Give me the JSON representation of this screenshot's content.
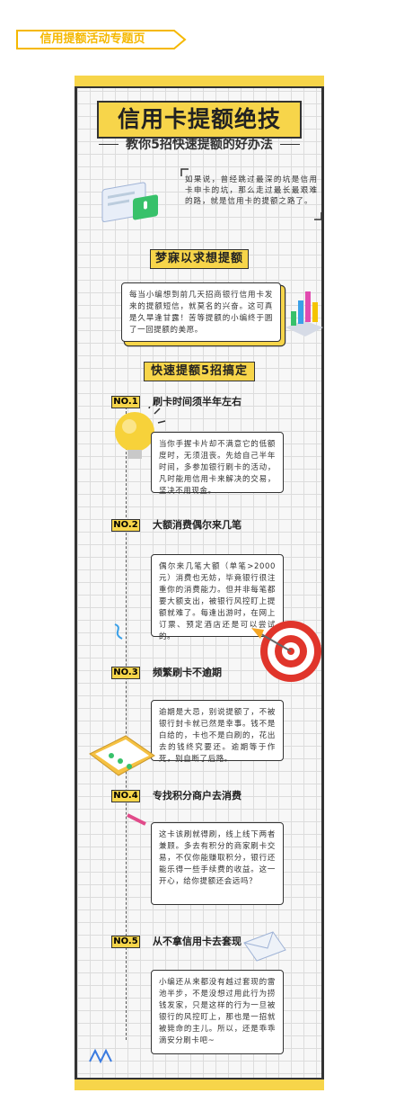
{
  "page_tag": "信用提额活动专题页",
  "header": {
    "title": "信用卡提额绝技",
    "subtitle": "教你5招快速提额的好办法"
  },
  "intro": "如果说，曾经跳过最深的坑是信用卡申卡的坑，那么走过最长最艰难的路，就是信用卡的提额之路了。",
  "dream": {
    "label": "梦寐以求想提额",
    "text": "每当小编想到前几天招商银行信用卡发来的提额短信，就莫名的兴奋。这可真是久旱逢甘露！苦等提额的小编终于圆了一回提额的美愿。"
  },
  "tips_label": "快速提额5招搞定",
  "tips": [
    {
      "no": "NO.1",
      "title": "刷卡时间须半年左右",
      "text": "当你手握卡片却不满意它的低额度时，无须沮丧。先给自己半年时间，多参加银行刷卡的活动，凡时能用信用卡来解决的交易，坚决不用现金。"
    },
    {
      "no": "NO.2",
      "title": "大额消费偶尔来几笔",
      "text": "偶尔来几笔大额（单笔>2000元）消费也无妨，毕竟银行很注重你的消费能力。但并非每笔都要大额支出，被银行风控盯上提额就难了。每逢出游时，在网上订票、预定酒店还是可以尝试的。"
    },
    {
      "no": "NO.3",
      "title": "频繁刷卡不逾期",
      "text": "逾期是大忌，别说提额了，不被银行封卡就已然是幸事。钱不是白给的，卡也不是白刷的，花出去的钱终究要还。逾期等于作死，别自断了后路。"
    },
    {
      "no": "NO.4",
      "title": "专找积分商户去消费",
      "text": "这卡该刷就得刷，线上线下两者兼顾。多去有积分的商家刷卡交易，不仅你能赚取积分，银行还能乐得一些手续费的收益。这一开心，给你提额还会远吗？"
    },
    {
      "no": "NO.5",
      "title": "从不拿信用卡去套现",
      "text": "小编还从来都没有越过套现的雷池半步，不是没想过用此行为捞钱发家，只是这样的行为一旦被银行的风控盯上，那也是一招就被毙命的主儿。所以，还是乖乖滴安分刷卡吧~"
    }
  ],
  "colors": {
    "accent": "#f7d54a",
    "ink": "#333333",
    "target_red": "#e0352b"
  }
}
